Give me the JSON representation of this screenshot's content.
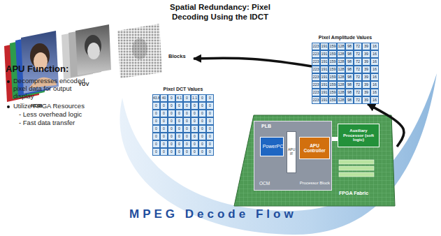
{
  "diagram": {
    "title": "Spatial Redundancy: Pixel Decoding Using the IDCT",
    "nodes": [
      {
        "text": [
          "Blocks"
        ]
      },
      {
        "text": [
          "Pixel Amplitude Values"
        ]
      },
      {
        "text": [
          "Pixel DCT Values"
        ]
      },
      {
        "text": [
          "FPGA Fabric"
        ]
      },
      {
        "text": [
          "Processor Block"
        ],
        "in": 3
      },
      {
        "text": [
          "PowerPC"
        ],
        "in": 4
      },
      {
        "text": [
          "APU IF"
        ],
        "in": 4
      },
      {
        "text": [
          "APU Controller"
        ],
        "in": 4
      },
      {
        "text": [
          "Auxiliary Processor (soft logic)"
        ],
        "in": 3
      }
    ],
    "edges": [
      {
        "from": 3,
        "to": 1,
        "arrow": "to"
      },
      {
        "from": 1,
        "to": 0,
        "arrow": "to"
      }
    ],
    "labels": [
      "RGB",
      "YUV",
      "PLB",
      "OCM",
      "APU Function:",
      "Decompresses encoded pixel data for output display",
      "Utilize FPGA Resources",
      "- Less overhead logic",
      "- Fast data transfer",
      "MPEG Decode Flow",
      "43.8",
      "40",
      "0",
      "4.1",
      "0",
      "1.1",
      "0",
      "0",
      "0",
      "0",
      "0",
      "0",
      "0",
      "0",
      "0",
      "0",
      "0",
      "0",
      "0",
      "0",
      "0",
      "0",
      "0",
      "0",
      "0",
      "0",
      "0",
      "0",
      "0",
      "0",
      "0",
      "0",
      "0",
      "0",
      "0",
      "0",
      "0",
      "0",
      "0",
      "0",
      "0",
      "0",
      "0",
      "0",
      "0",
      "0",
      "0",
      "0",
      "0",
      "0",
      "0",
      "0",
      "0",
      "0",
      "0",
      "0",
      "0",
      "0",
      "0",
      "0",
      "0",
      "0",
      "0",
      "0",
      "223",
      "191",
      "159",
      "128",
      "98",
      "72",
      "39",
      "16",
      "223",
      "191",
      "159",
      "128",
      "98",
      "72",
      "39",
      "16",
      "223",
      "191",
      "159",
      "128",
      "98",
      "72",
      "39",
      "16",
      "223",
      "191",
      "159",
      "128",
      "98",
      "72",
      "39",
      "16",
      "223",
      "191",
      "159",
      "128",
      "98",
      "72",
      "39",
      "16",
      "223",
      "191",
      "159",
      "128",
      "98",
      "72",
      "39",
      "16",
      "223",
      "191",
      "159",
      "128",
      "98",
      "72",
      "39",
      "16",
      "223",
      "191",
      "159",
      "128",
      "98",
      "72",
      "39",
      "16"
    ]
  }
}
